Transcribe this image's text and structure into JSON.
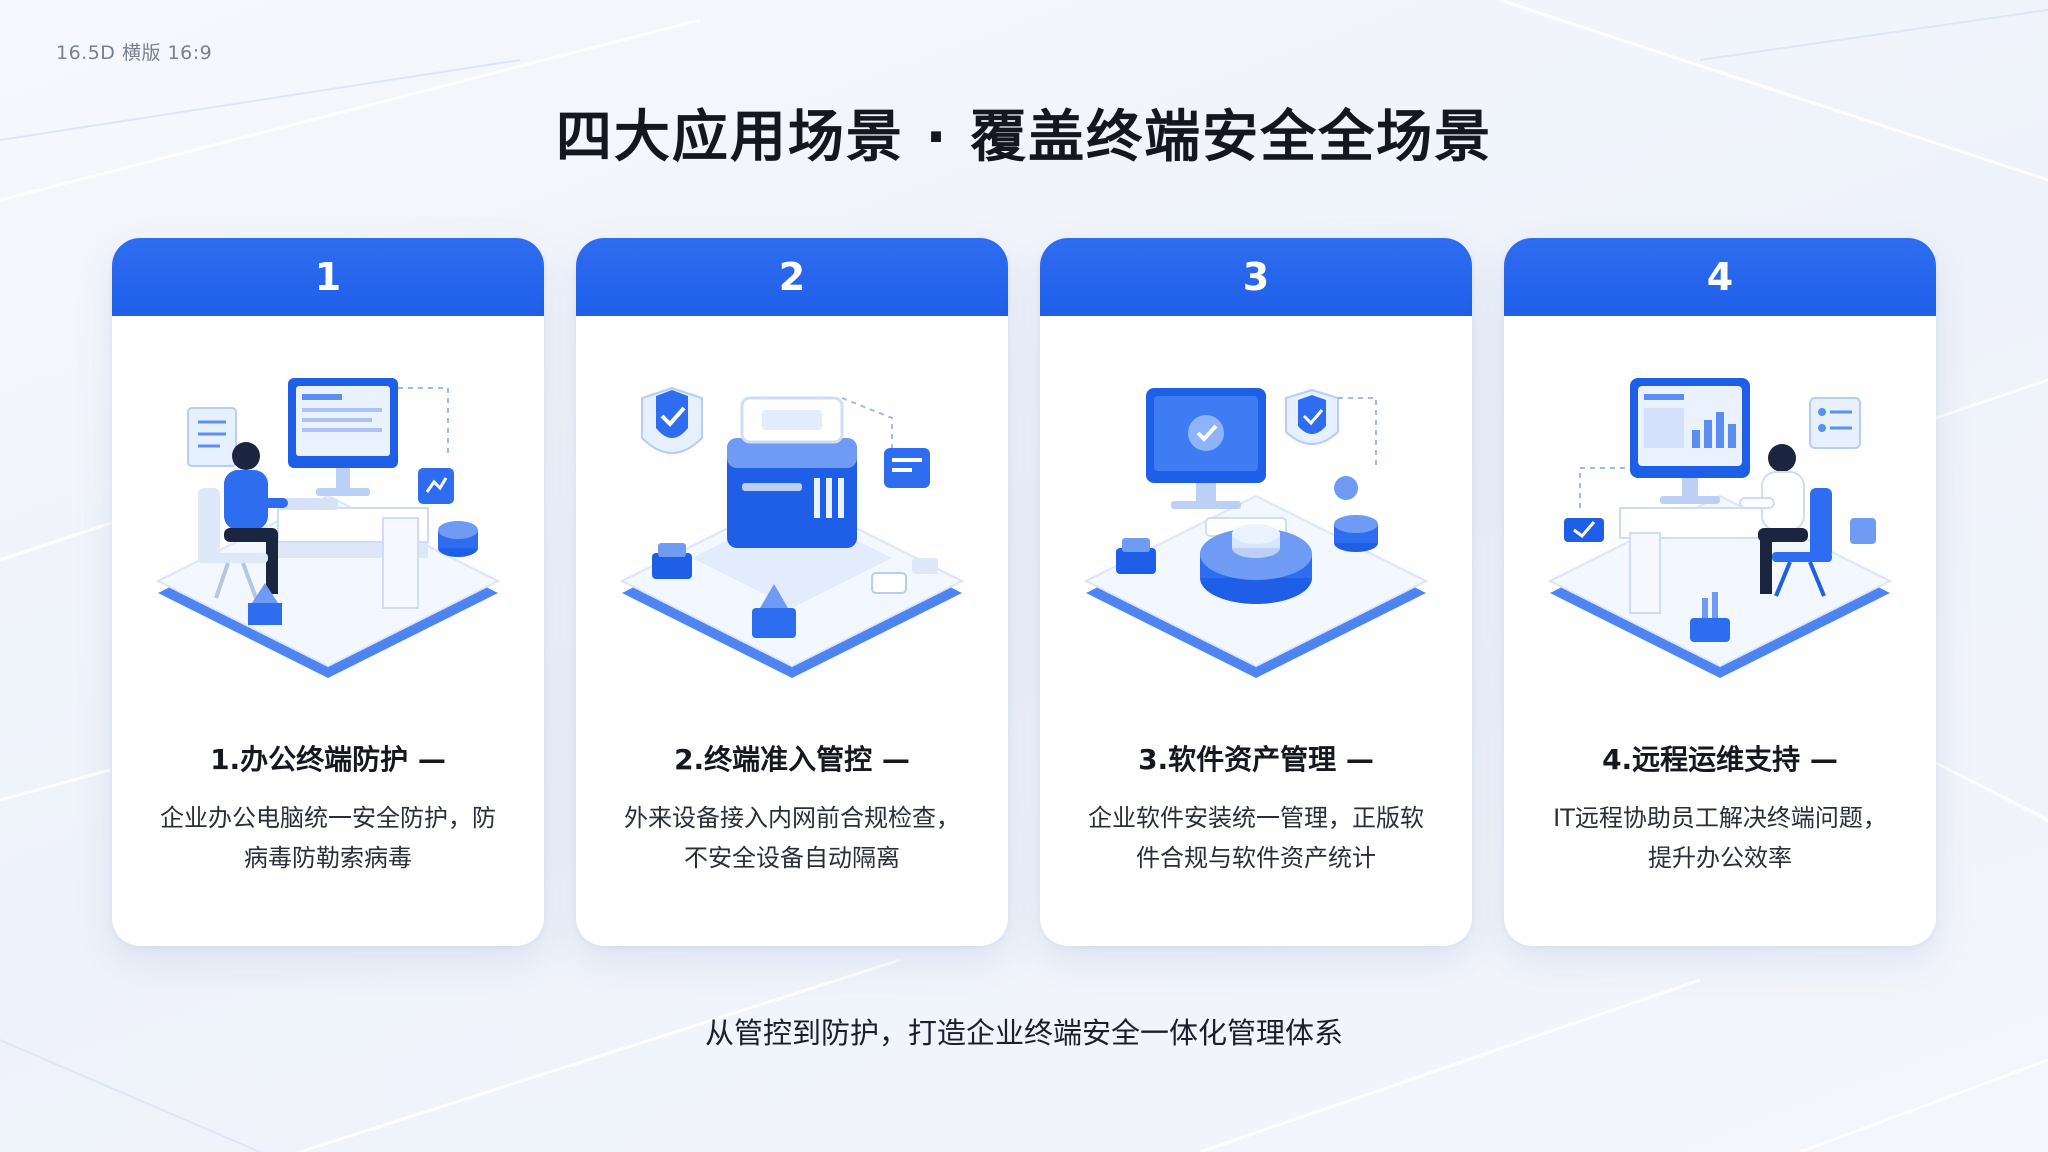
{
  "corner_label": "16.5D 横版 16:9",
  "title": "四大应用场景 · 覆盖终端安全全场景",
  "cards": [
    {
      "number": "1",
      "title": "1.办公终端防护 —",
      "desc": "企业办公电脑统一安全防护，防病毒防勒索病毒",
      "icons": [
        "office-worker-illustration-icon"
      ]
    },
    {
      "number": "2",
      "title": "2.终端准入管控 —",
      "desc": "外来设备接入内网前合规检查，不安全设备自动隔离",
      "icons": [
        "server-shield-illustration-icon"
      ]
    },
    {
      "number": "3",
      "title": "3.软件资产管理 —",
      "desc": "企业软件安装统一管理，正版软件合规与软件资产统计",
      "icons": [
        "monitor-database-illustration-icon"
      ]
    },
    {
      "number": "4",
      "title": "4.远程运维支持 —",
      "desc": "IT远程协助员工解决终端问题，提升办公效率",
      "icons": [
        "remote-support-illustration-icon"
      ]
    }
  ],
  "footer": "从管控到防护，打造企业终端安全一体化管理体系",
  "colors": {
    "accent": "#1f5fe8",
    "accent_light": "#6f9bf5",
    "background": "#f2f5fb",
    "card": "#ffffff"
  }
}
